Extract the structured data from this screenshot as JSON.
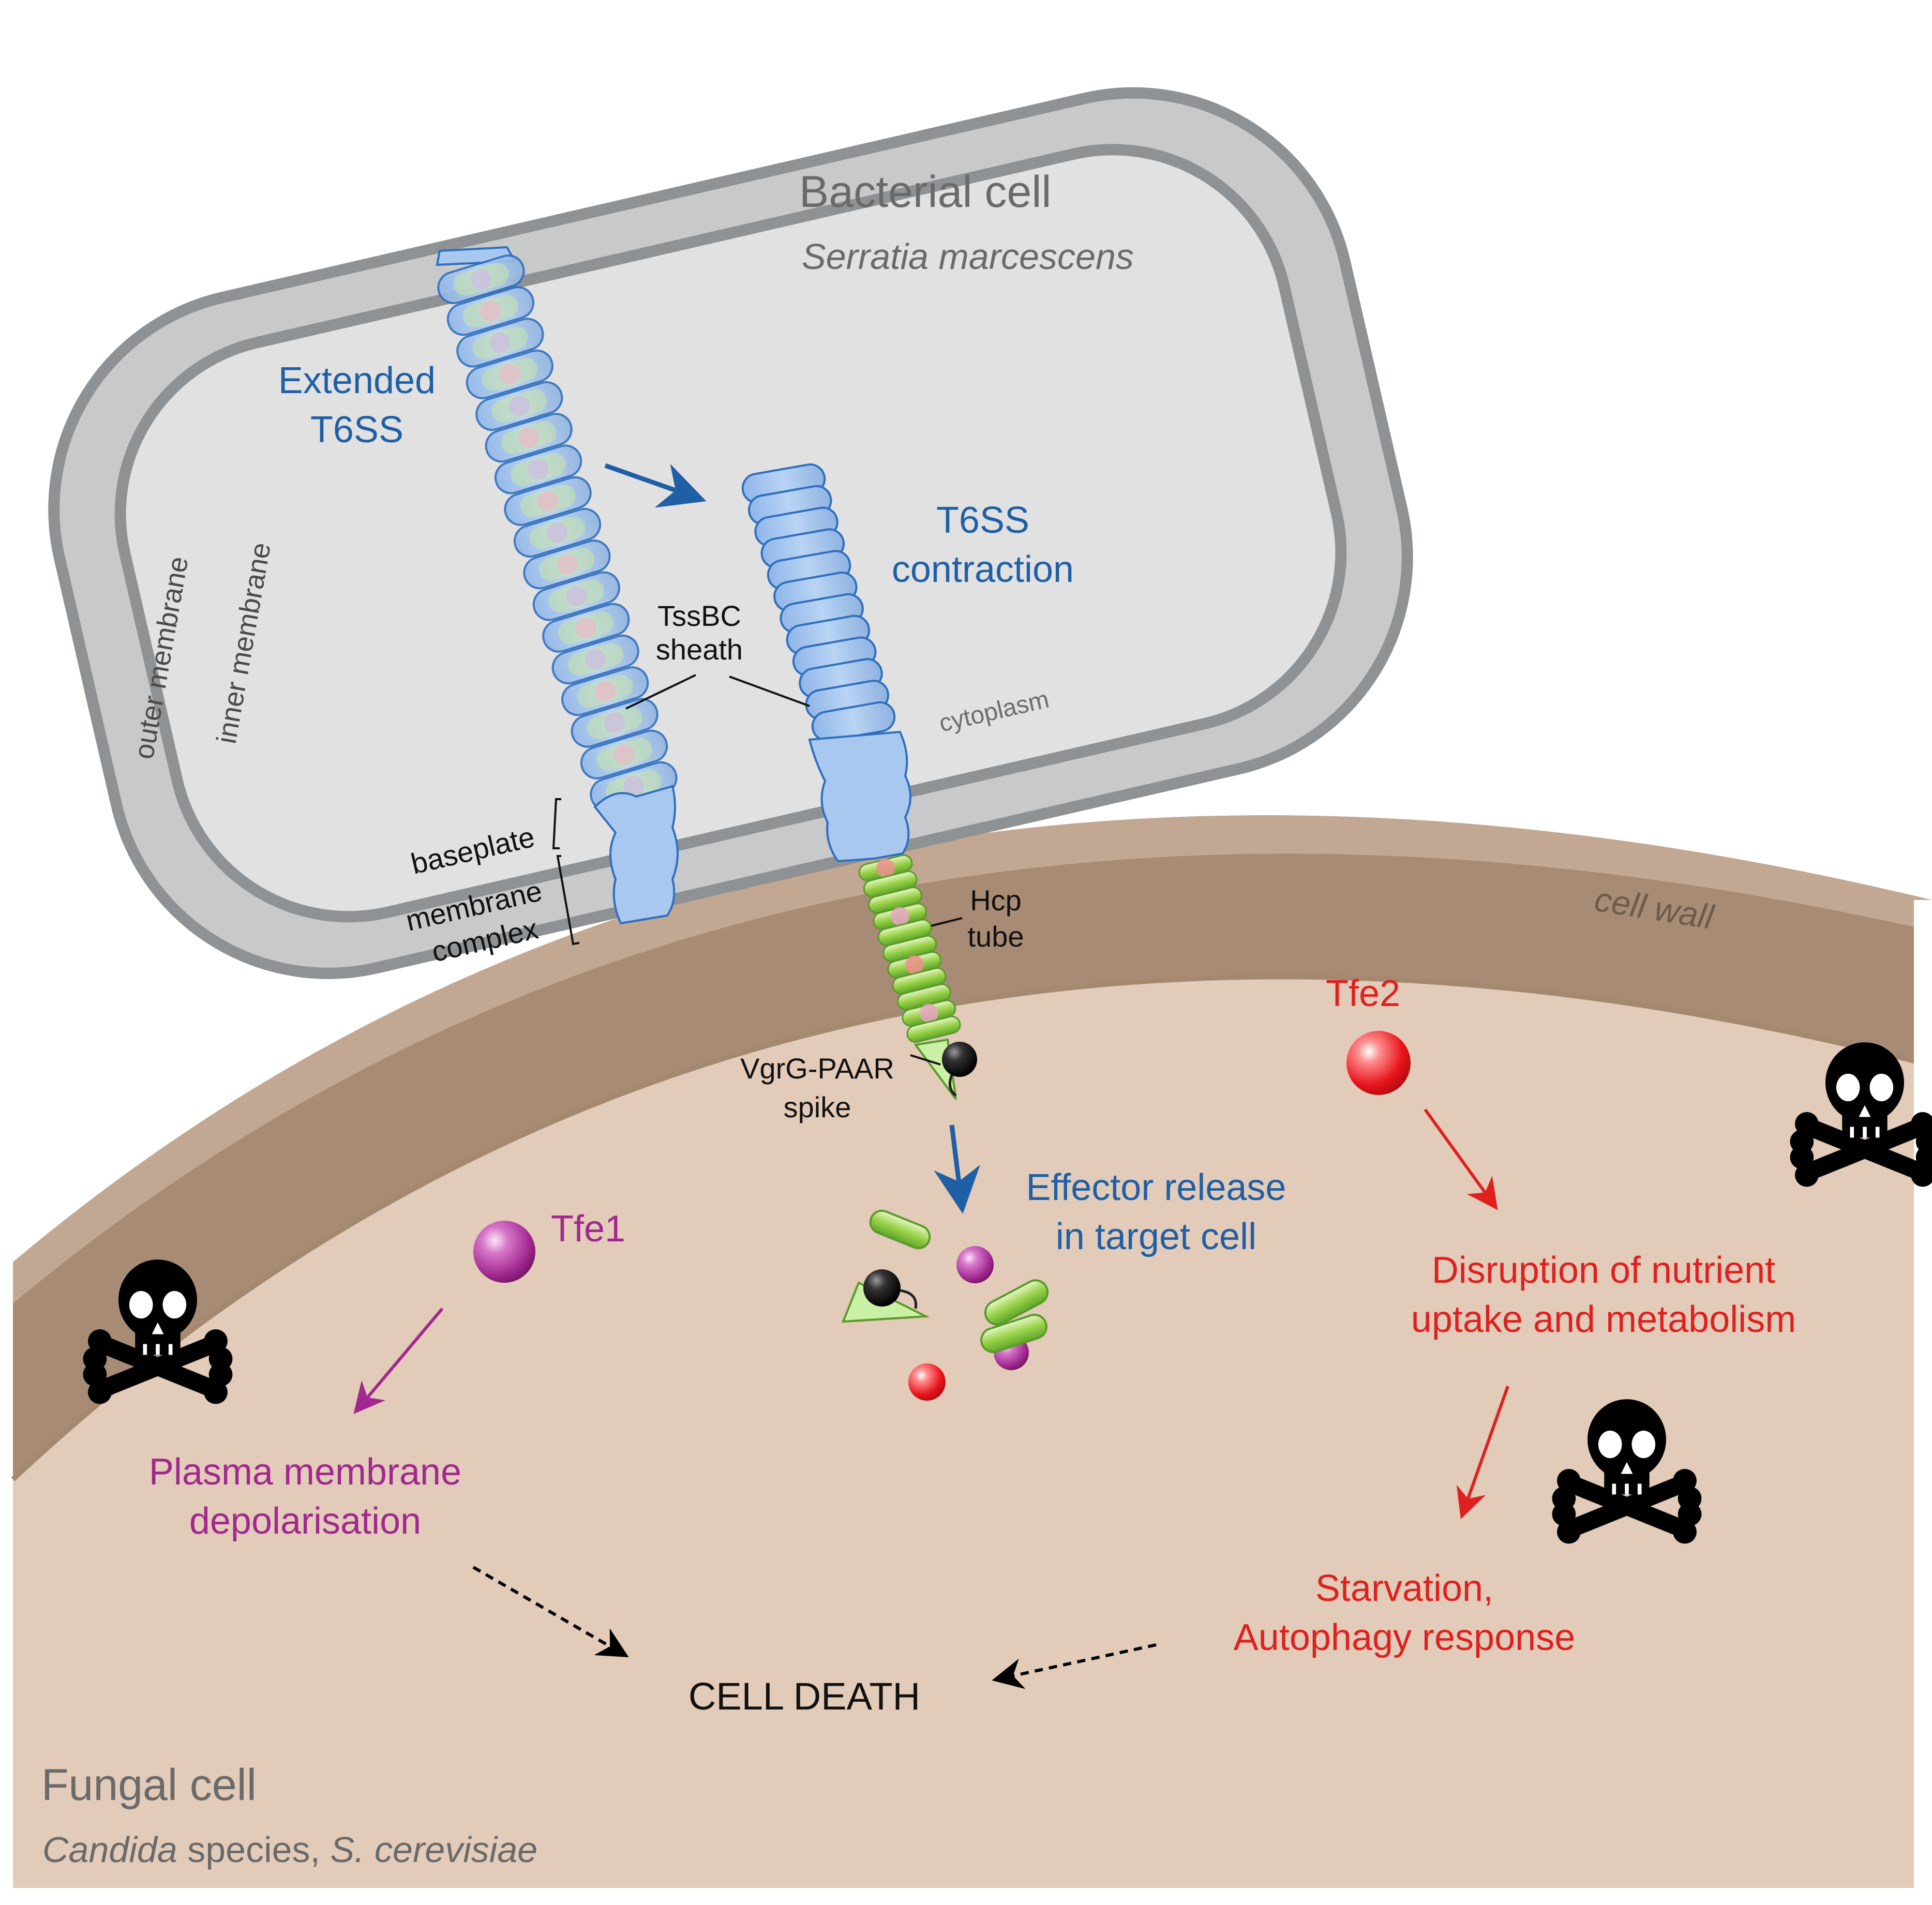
{
  "bacterium": {
    "title": "Bacterial cell",
    "species": "Serratia marcescens",
    "outer_membrane": "outer membrane",
    "inner_membrane": "inner membrane",
    "cytoplasm": "cytoplasm"
  },
  "t6ss": {
    "extended_line1": "Extended",
    "extended_line2": "T6SS",
    "contraction_line1": "T6SS",
    "contraction_line2": "contraction",
    "sheath_line1": "TssBC",
    "sheath_line2": "sheath",
    "baseplate": "baseplate",
    "membrane_complex_line1": "membrane",
    "membrane_complex_line2": "complex",
    "hcp_line1": "Hcp",
    "hcp_line2": "tube",
    "spike_line1": "VgrG-PAAR",
    "spike_line2": "spike",
    "effector_line1": "Effector release",
    "effector_line2": "in target cell"
  },
  "fungus": {
    "title": "Fungal cell",
    "species_part1": "Candida",
    "species_part2": " species, ",
    "species_part3": "S. cerevisiae",
    "cell_wall": "cell wall"
  },
  "effects": {
    "tfe1": "Tfe1",
    "tfe1_effect_line1": "Plasma membrane",
    "tfe1_effect_line2": "depolarisation",
    "tfe2": "Tfe2",
    "tfe2_effect_line1": "Disruption of nutrient",
    "tfe2_effect_line2": "uptake and metabolism",
    "tfe2_outcome_line1": "Starvation,",
    "tfe2_outcome_line2": "Autophagy response",
    "death": "CELL DEATH"
  },
  "colors": {
    "blue_text": "#1f5fa6",
    "red": "#e0201f",
    "purple": "#a1288f",
    "fungal_cytoplasm": "#e2cbb8",
    "fungal_wall": "#bfa48e",
    "bacterial_membrane": "#a9abad",
    "bacterial_cytoplasm": "#e0dfe0",
    "sheath_blue": "#a8c8ef"
  },
  "icons": [
    "skull-crossbones-icon",
    "arrow-icon"
  ]
}
